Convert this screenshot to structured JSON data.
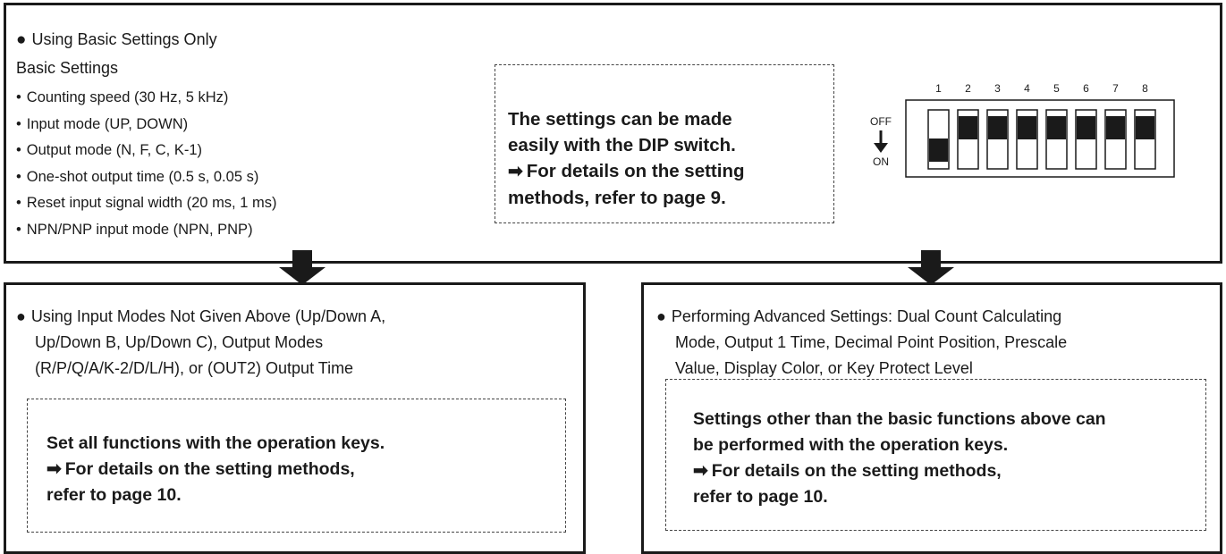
{
  "top_panel": {
    "bullet_mark": "●",
    "heading": "Using Basic Settings Only",
    "subheading": "Basic Settings",
    "list_bullet": "•",
    "items": [
      "Counting speed (30 Hz, 5 kHz)",
      "Input mode (UP, DOWN)",
      "Output mode (N, F, C, K-1)",
      "One-shot output time (0.5 s, 0.05 s)",
      "Reset input signal width (20 ms, 1 ms)",
      "NPN/PNP input mode (NPN, PNP)"
    ],
    "note": {
      "line1": "The settings can be made",
      "line2": "easily with the DIP switch.",
      "arrow": "➡",
      "line3": "For details on the setting",
      "line4": "methods, refer to page 9."
    },
    "dip_switch": {
      "numbers": [
        "1",
        "2",
        "3",
        "4",
        "5",
        "6",
        "7",
        "8"
      ],
      "off_label": "OFF",
      "on_label": "ON",
      "positions": [
        "ON",
        "OFF",
        "OFF",
        "OFF",
        "OFF",
        "OFF",
        "OFF",
        "OFF"
      ]
    }
  },
  "left_panel": {
    "bullet_mark": "●",
    "line1": "Using Input Modes Not Given Above (Up/Down A,",
    "line2": "Up/Down B, Up/Down C), Output Modes",
    "line3": "(R/P/Q/A/K-2/D/L/H), or (OUT2) Output Time",
    "note": {
      "line1": "Set all functions with the operation keys.",
      "arrow": "➡",
      "line2": "For details on the setting methods,",
      "line3": "refer to page 10."
    }
  },
  "right_panel": {
    "bullet_mark": "●",
    "line1": "Performing Advanced Settings: Dual Count Calculating",
    "line2": "Mode, Output 1 Time, Decimal Point Position, Prescale",
    "line3": "Value, Display Color, or Key Protect Level",
    "note": {
      "line1": "Settings other than the basic functions above can",
      "line2": "be performed with the operation keys.",
      "arrow": "➡",
      "line3": "For details on the setting methods,",
      "line4": "refer to page 10."
    }
  }
}
